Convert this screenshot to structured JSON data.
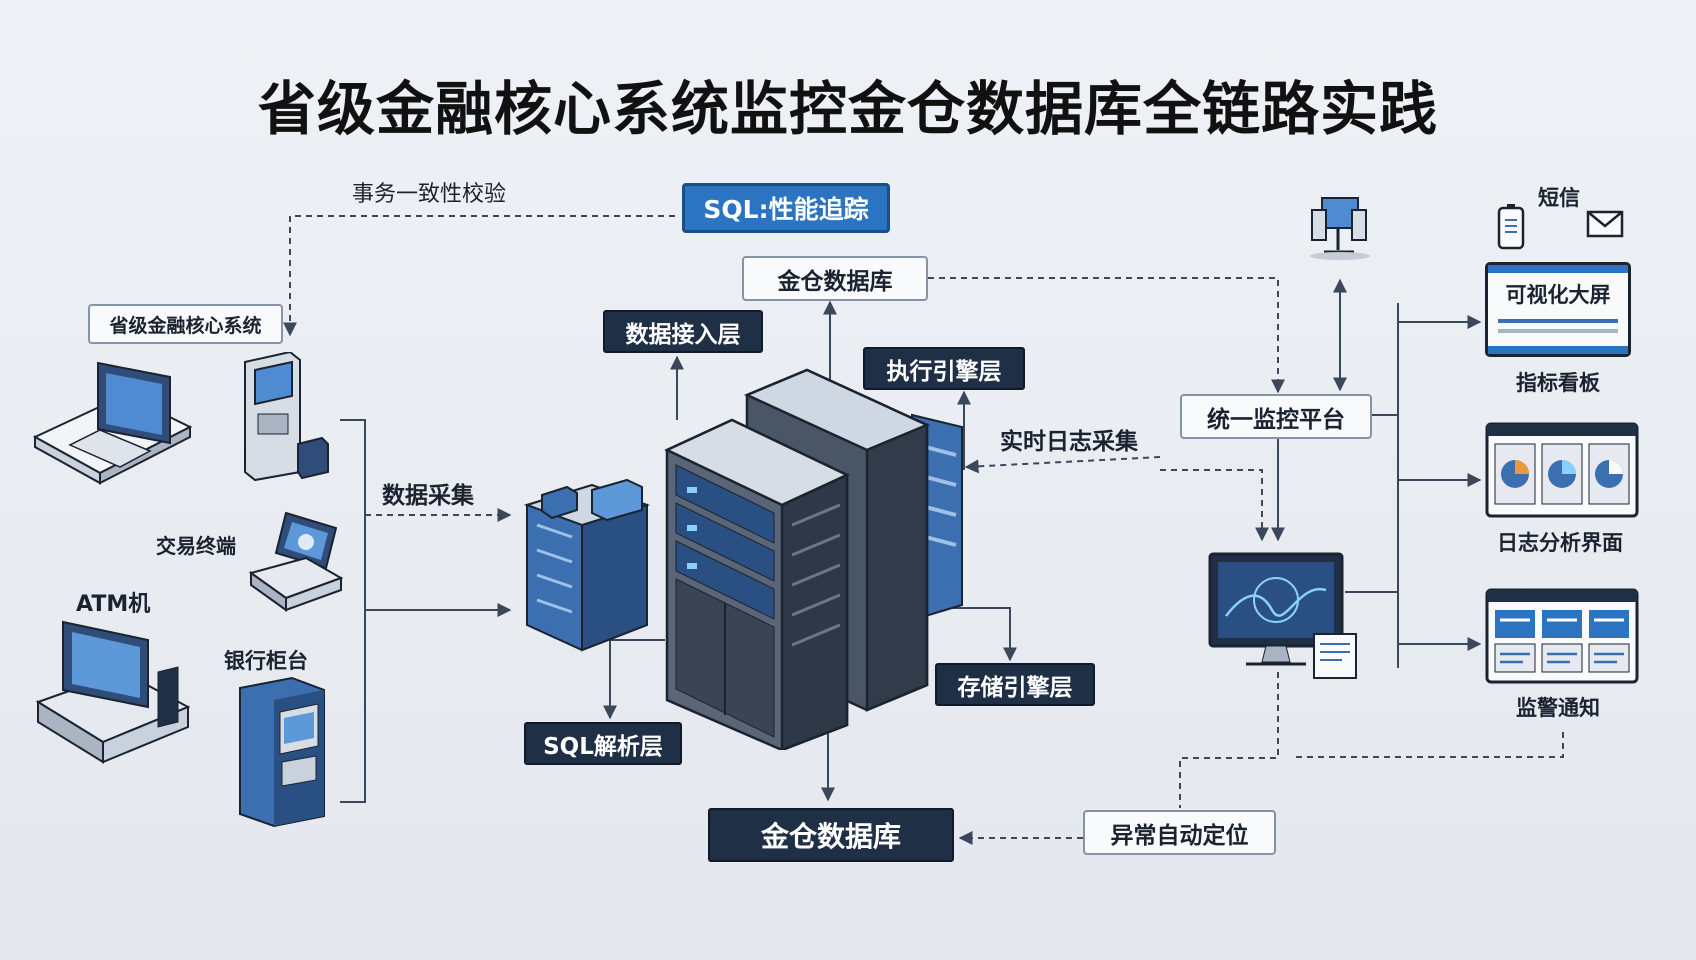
{
  "title": "省级金融核心系统监控金仓数据库全链路实践",
  "labels": {
    "consistency": "事务一致性校验",
    "sql_trace": "SQL:性能追踪",
    "kingbase_top": "金仓数据库",
    "core_system": "省级金融核心系统",
    "access_layer": "数据接入层",
    "exec_layer": "执行引擎层",
    "realtime_log": "实时日志采集",
    "unified_platform": "统一监控平台",
    "data_collect": "数据采集",
    "trade_terminal": "交易终端",
    "atm": "ATM机",
    "bank_counter": "银行柜台",
    "storage_layer": "存储引擎层",
    "sql_parse": "SQL解析层",
    "kingbase_bottom": "金仓数据库",
    "anomaly": "异常自动定位",
    "sms": "短信",
    "big_screen": "可视化大屏",
    "metric_board": "指标看板",
    "log_analysis": "日志分析界面",
    "alert_notify": "监警通知"
  },
  "colors": {
    "dark_box": "#1f2f46",
    "accent_blue": "#2b74c2",
    "line": "#3b475a",
    "server_steel": "#4a5566",
    "server_blue": "#3c6fb0"
  },
  "icons": [
    "desktop-terminal-icon",
    "kiosk-icon",
    "pos-terminal-icon",
    "atm-icon",
    "bank-counter-icon",
    "server-rack-icon",
    "monitor-workstation-icon",
    "smartphone-icon",
    "mail-icon",
    "dashboard-icon",
    "chart-panel-icon",
    "list-panel-icon",
    "document-icon"
  ]
}
